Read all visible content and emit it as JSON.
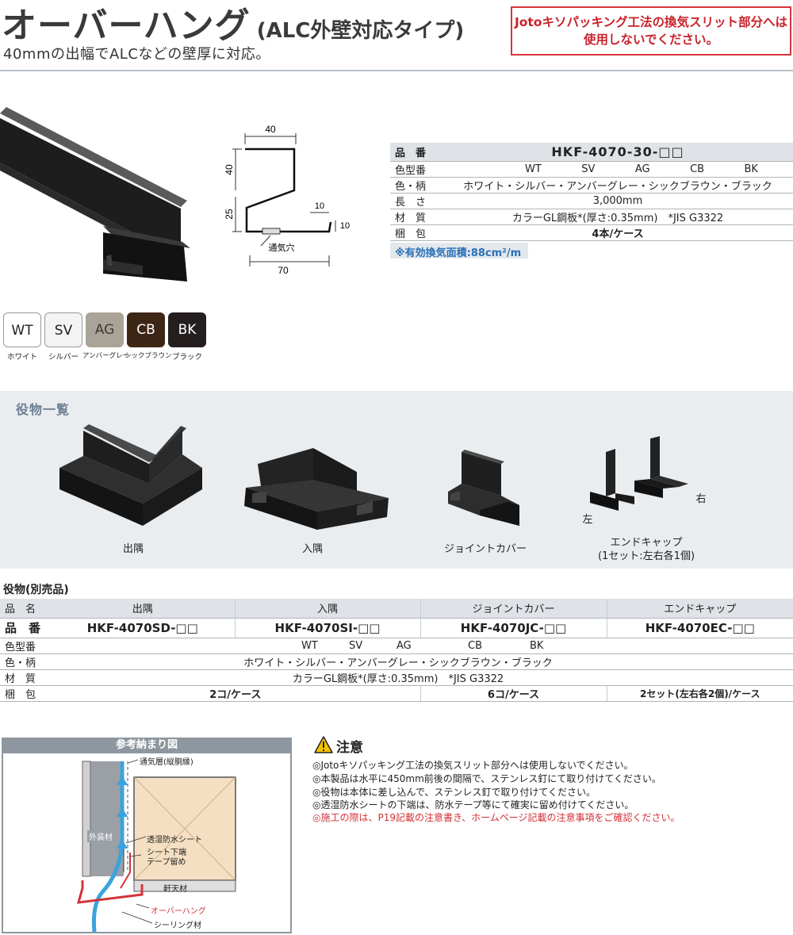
{
  "header": {
    "title": "オーバーハング",
    "title_sub": "(ALC外壁対応タイプ)",
    "subtitle": "40mmの出幅でALCなどの壁厚に対応。",
    "notice": [
      "Jotoキソパッキング工法の換気スリット部分へは",
      "使用しないでください。"
    ]
  },
  "dimension_drawing": {
    "top_width": "40",
    "height_upper": "40",
    "height_lower": "25",
    "lip_width": "10",
    "lip_height": "10",
    "vent_label": "通気穴",
    "bottom_width": "70"
  },
  "spec_table": {
    "rows": [
      {
        "label": "品　番",
        "value": "HKF-4070-30-□□"
      },
      {
        "label": "色型番",
        "colors": [
          "WT",
          "SV",
          "AG",
          "CB",
          "BK"
        ]
      },
      {
        "label": "色・柄",
        "value": "ホワイト・シルバー・アンバーグレー・シックブラウン・ブラック"
      },
      {
        "label": "長　さ",
        "value": "3,000mm"
      },
      {
        "label": "材　質",
        "value": "カラーGL鋼板*(厚さ:0.35mm)　*JIS G3322"
      },
      {
        "label": "梱　包",
        "value": "4本/ケース"
      }
    ],
    "area_note": "※有効換気面積:88cm²/m"
  },
  "swatches": [
    {
      "code": "WT",
      "name": "ホワイト",
      "color": "#ffffff",
      "text_color": "#222222"
    },
    {
      "code": "SV",
      "name": "シルバー",
      "color": "#f3f3f3",
      "text_color": "#222222"
    },
    {
      "code": "AG",
      "name": "アンバーグレー",
      "color": "#aaa397",
      "text_color": "#3a3a3a"
    },
    {
      "code": "CB",
      "name": "シックブラウン",
      "color": "#3e2617",
      "text_color": "#ffffff"
    },
    {
      "code": "BK",
      "name": "ブラック",
      "color": "#241e1f",
      "text_color": "#ffffff"
    }
  ],
  "accessories_panel": {
    "title": "役物一覧",
    "items": [
      {
        "caption": "出隅"
      },
      {
        "caption": "入隅"
      },
      {
        "caption": "ジョイントカバー"
      },
      {
        "caption": "エンドキャップ",
        "caption2": "(1セット:左右各1個)",
        "left": "左",
        "right": "右"
      }
    ]
  },
  "accessory_table": {
    "section_title": "役物(別売品)",
    "header_label": "品　名",
    "names": [
      "出隅",
      "入隅",
      "ジョイントカバー",
      "エンドキャップ"
    ],
    "part_label": "品　番",
    "part_numbers": [
      "HKF-4070SD-□□",
      "HKF-4070SI-□□",
      "HKF-4070JC-□□",
      "HKF-4070EC-□□"
    ],
    "color_code_label": "色型番",
    "color_codes": [
      "WT",
      "SV",
      "AG",
      "CB",
      "BK"
    ],
    "color_label": "色・柄",
    "color_value": "ホワイト・シルバー・アンバーグレー・シックブラウン・ブラック",
    "material_label": "材　質",
    "material_value": "カラーGL鋼板*(厚さ:0.35mm)　*JIS G3322",
    "packing_label": "梱　包",
    "packing": [
      "2コ/ケース",
      "6コ/ケース",
      "2セット(左右各2個)/ケース"
    ]
  },
  "reference": {
    "title": "参考納まり図",
    "labels": {
      "vent_layer": "通気層(縦胴縁)",
      "exterior": "外装材",
      "sheet": "透湿防水シート",
      "tape1": "シート下端",
      "tape2": "テープ留め",
      "soffit": "軒天材",
      "overhang": "オーバーハング",
      "sealing": "シーリング材"
    }
  },
  "caution": {
    "title": "注意",
    "items": [
      {
        "text": "◎Jotoキソパッキング工法の換気スリット部分へは使用しないでください。",
        "red": false
      },
      {
        "text": "◎本製品は水平に450mm前後の間隔で、ステンレス釘にて取り付けてください。",
        "red": false
      },
      {
        "text": "◎役物は本体に差し込んで、ステンレス釘で取り付けてください。",
        "red": false
      },
      {
        "text": "◎透湿防水シートの下端は、防水テープ等にて確実に留め付けてください。",
        "red": false
      },
      {
        "text": "◎施工の際は、P19記載の注意書き、ホームページ記載の注意事項をご確認ください。",
        "red": true
      }
    ]
  }
}
